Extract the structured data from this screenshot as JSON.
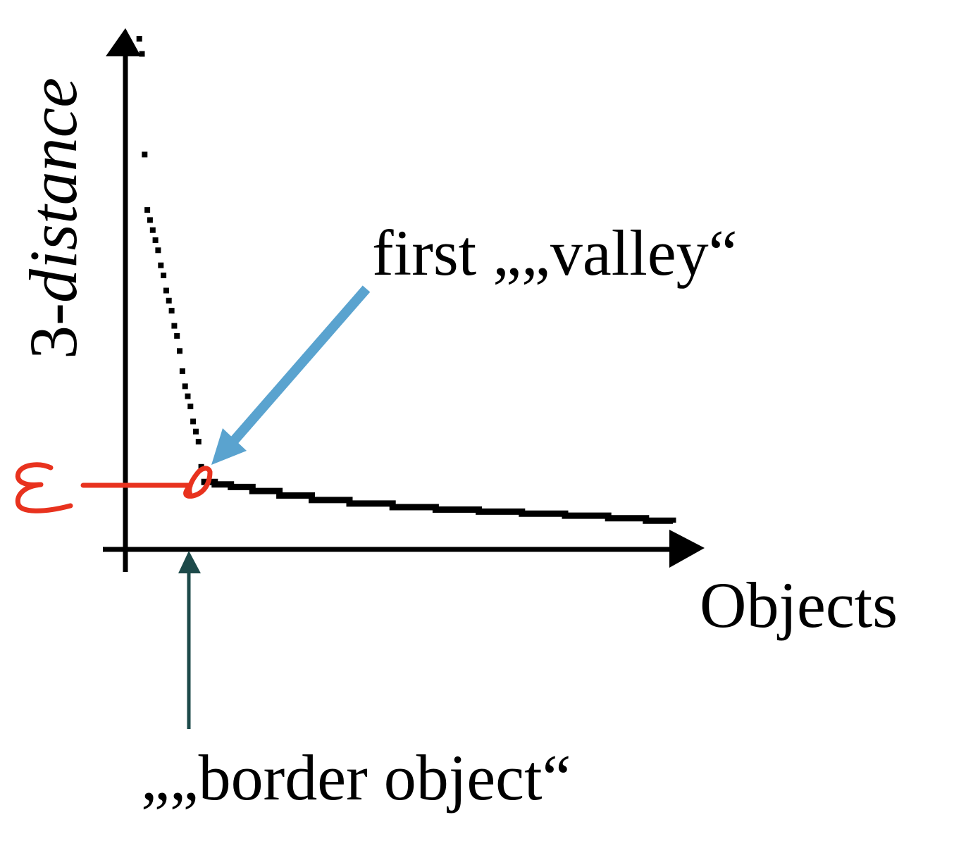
{
  "chart_data": {
    "type": "scatter",
    "ylabel_prefix": "3-",
    "ylabel_emph": "distance",
    "xlabel": "Objects",
    "grid": false,
    "legend": "none",
    "xlim": [
      0,
      100
    ],
    "ylim": [
      0,
      100
    ],
    "points": [
      [
        1,
        100
      ],
      [
        1.5,
        97
      ],
      [
        2,
        77
      ],
      [
        2.5,
        66
      ],
      [
        3,
        64
      ],
      [
        3.5,
        62
      ],
      [
        4,
        60
      ],
      [
        4.5,
        58
      ],
      [
        5,
        55
      ],
      [
        5.5,
        53
      ],
      [
        6,
        50
      ],
      [
        6.5,
        48
      ],
      [
        7,
        46
      ],
      [
        7.5,
        43
      ],
      [
        8,
        41
      ],
      [
        8.5,
        38
      ],
      [
        9,
        34
      ],
      [
        9.5,
        31
      ],
      [
        10,
        29
      ],
      [
        10.5,
        27
      ],
      [
        11,
        24
      ],
      [
        11.5,
        22
      ],
      [
        12,
        20
      ],
      [
        12.5,
        15
      ]
    ],
    "curve": [
      [
        12.5,
        12
      ],
      [
        15,
        11.5
      ],
      [
        18,
        11
      ],
      [
        22,
        10.2
      ],
      [
        27,
        9.3
      ],
      [
        33,
        8.4
      ],
      [
        40,
        7.7
      ],
      [
        48,
        7.0
      ],
      [
        56,
        6.5
      ],
      [
        64,
        6.1
      ],
      [
        72,
        5.7
      ],
      [
        80,
        5.3
      ],
      [
        88,
        4.8
      ],
      [
        95,
        4.3
      ],
      [
        100,
        3.9
      ]
    ],
    "epsilon_y": 12,
    "border_object_x": 12,
    "annotations": {
      "valley": "first „„valley“",
      "border": "„„border object“",
      "epsilon": "ε"
    },
    "colors": {
      "points": "#000000",
      "axis": "#000000",
      "valley_arrow": "#5aa3cf",
      "border_arrow": "#1d4a4a",
      "epsilon": "#e8321e"
    }
  }
}
